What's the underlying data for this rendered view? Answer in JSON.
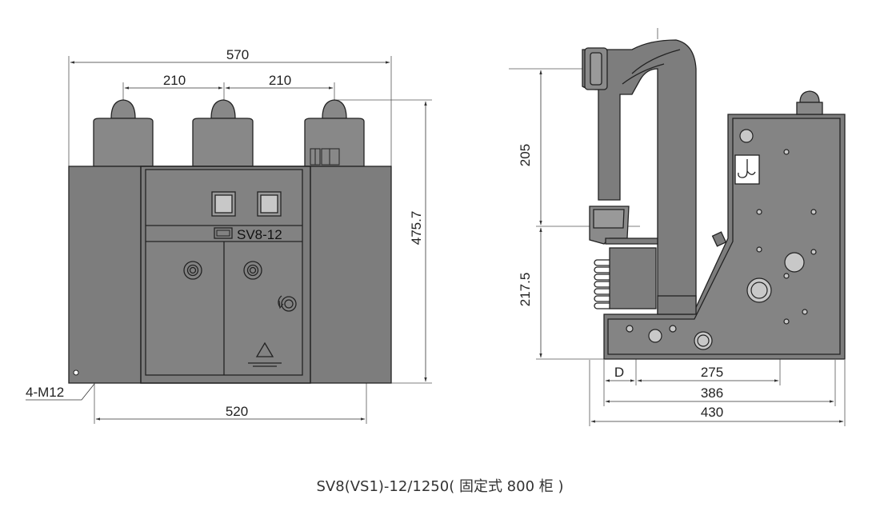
{
  "front_view": {
    "model_label": "SV8-12",
    "dims": {
      "overall_width": "570",
      "pole_spacing_left": "210",
      "pole_spacing_right": "210",
      "height": "475.7",
      "mount_width": "520",
      "mount_holes": "4-M12"
    }
  },
  "side_view": {
    "dims": {
      "upper_height": "205",
      "lower_height": "217.5",
      "d": "D",
      "rail": "275",
      "wheel": "386",
      "depth": "430"
    }
  },
  "caption": "SV8(VS1)-12/1250( 固定式 800 柜 )"
}
